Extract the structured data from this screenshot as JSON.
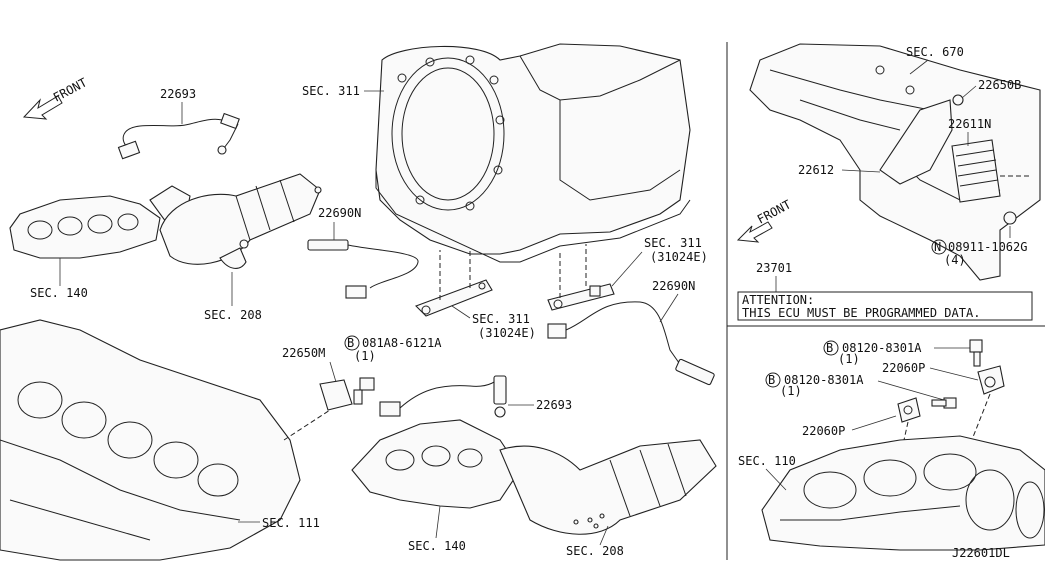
{
  "labels": {
    "front_left": "FRONT",
    "p22693_top": "22693",
    "sec140_left": "SEC. 140",
    "sec208_left": "SEC. 208",
    "p22690n_left": "22690N",
    "sec311_top": "SEC. 311",
    "sec311_a": "SEC. 311",
    "sec311_a_sub": "(31024E)",
    "sec311_b": "SEC. 311",
    "sec311_b_sub": "(31024E)",
    "p22690n_right": "22690N",
    "p22650m": "22650M",
    "bolt_081ab": "081A8-6121A",
    "bolt_081ab_qty": "(1)",
    "bolt_081ab_prefix": "B",
    "p22693_mid": "22693",
    "sec140_bottom": "SEC. 140",
    "sec208_bottom": "SEC. 208",
    "sec111": "SEC. 111",
    "sec670": "SEC. 670",
    "p22650b": "22650B",
    "p22611n": "22611N",
    "p22612": "22612",
    "front_right": "FRONT",
    "nut_prefix": "N",
    "nut_08911": "08911-1062G",
    "nut_qty": "(4)",
    "p23701": "23701",
    "attention_title": "ATTENTION:",
    "attention_body": "THIS ECU MUST BE PROGRAMMED DATA.",
    "bolt_08120_a_prefix": "B",
    "bolt_08120_a": "08120-8301A",
    "bolt_08120_a_qty": "(1)",
    "bolt_08120_b_prefix": "B",
    "bolt_08120_b": "08120-8301A",
    "bolt_08120_b_qty": "(1)",
    "p22060p_top": "22060P",
    "p22060p_bottom": "22060P",
    "sec110": "SEC. 110",
    "diagram_id": "J22601DL"
  }
}
